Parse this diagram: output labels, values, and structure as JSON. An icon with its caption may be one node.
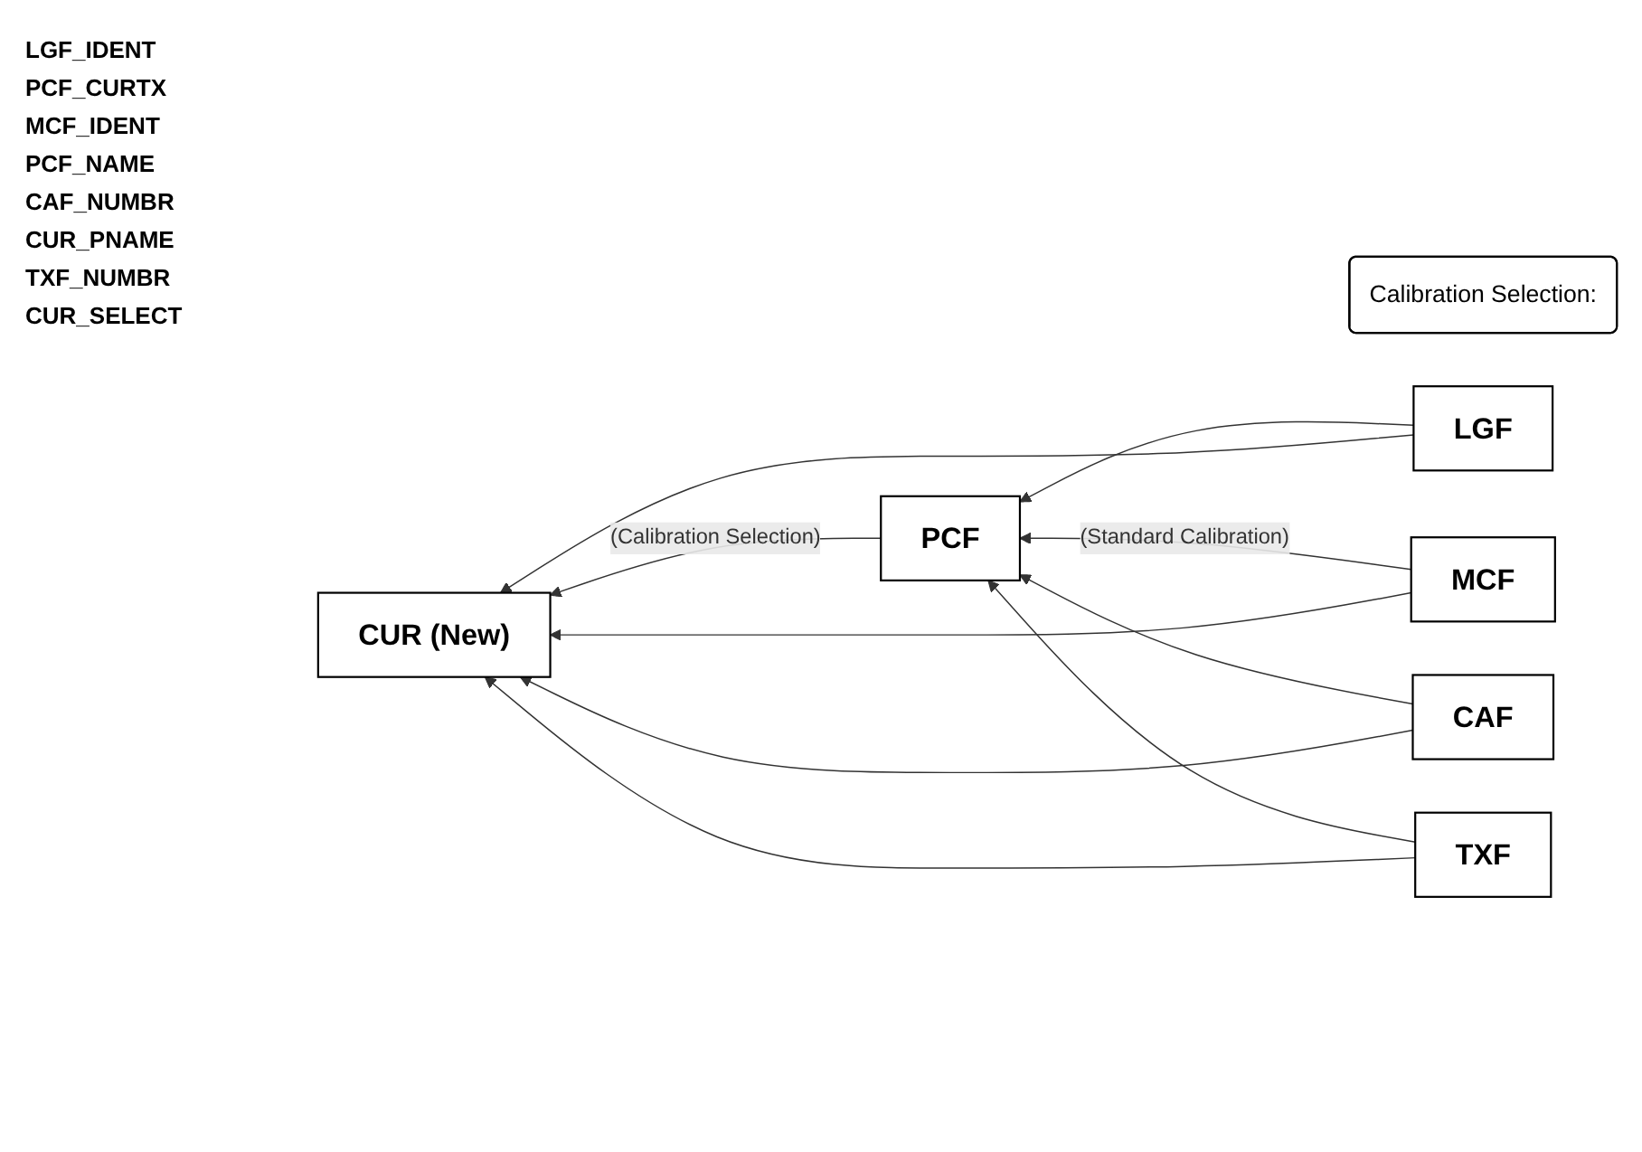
{
  "diagram": {
    "nodes": [
      {
        "text": [
          "Calibration Selection:"
        ]
      },
      {
        "text": [
          "PCF"
        ]
      },
      {
        "text": [
          "CUR (New)"
        ]
      },
      {
        "text": [
          "LGF"
        ]
      },
      {
        "text": [
          "MCF"
        ]
      },
      {
        "text": [
          "CAF"
        ]
      },
      {
        "text": [
          "TXF"
        ]
      }
    ],
    "edges": [
      {
        "from": 1,
        "to": 2,
        "arrow": "to",
        "label": "(Calibration Selection)"
      },
      {
        "from": 3,
        "to": 1,
        "arrow": "to"
      },
      {
        "from": 4,
        "to": 1,
        "arrow": "to",
        "label": "(Standard Calibration)"
      },
      {
        "from": 5,
        "to": 1,
        "arrow": "to"
      },
      {
        "from": 6,
        "to": 1,
        "arrow": "to"
      },
      {
        "from": 3,
        "to": 2,
        "arrow": "to"
      },
      {
        "from": 4,
        "to": 2,
        "arrow": "to"
      },
      {
        "from": 5,
        "to": 2,
        "arrow": "to"
      },
      {
        "from": 6,
        "to": 2,
        "arrow": "to"
      }
    ],
    "labels": [
      "LGF_IDENT",
      "PCF_CURTX",
      "MCF_IDENT",
      "PCF_NAME",
      "CAF_NUMBR",
      "CUR_PNAME",
      "TXF_NUMBR",
      "CUR_SELECT"
    ]
  }
}
